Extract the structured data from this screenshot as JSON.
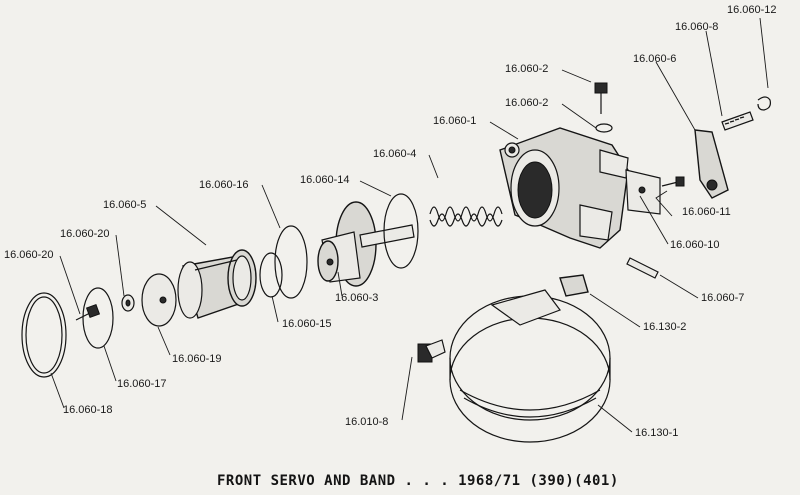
{
  "caption": "FRONT SERVO AND BAND . . . 1968/71 (390)(401)",
  "labels": {
    "p_16_060_12": "16.060-12",
    "p_16_060_8": "16.060-8",
    "p_16_060_6": "16.060-6",
    "p_16_060_2a": "16.060-2",
    "p_16_060_2b": "16.060-2",
    "p_16_060_1": "16.060-1",
    "p_16_060_4": "16.060-4",
    "p_16_060_16": "16.060-16",
    "p_16_060_14": "16.060-14",
    "p_16_060_5": "16.060-5",
    "p_16_060_20a": "16.060-20",
    "p_16_060_20b": "16.060-20",
    "p_16_060_11": "16.060-11",
    "p_16_060_10": "16.060-10",
    "p_16_060_7": "16.060-7",
    "p_16_060_3": "16.060-3",
    "p_16_060_15": "16.060-15",
    "p_16_130_2": "16.130-2",
    "p_16_060_19": "16.060-19",
    "p_16_060_17": "16.060-17",
    "p_16_060_18": "16.060-18",
    "p_16_010_8": "16.010-8",
    "p_16_130_1": "16.130-1"
  }
}
